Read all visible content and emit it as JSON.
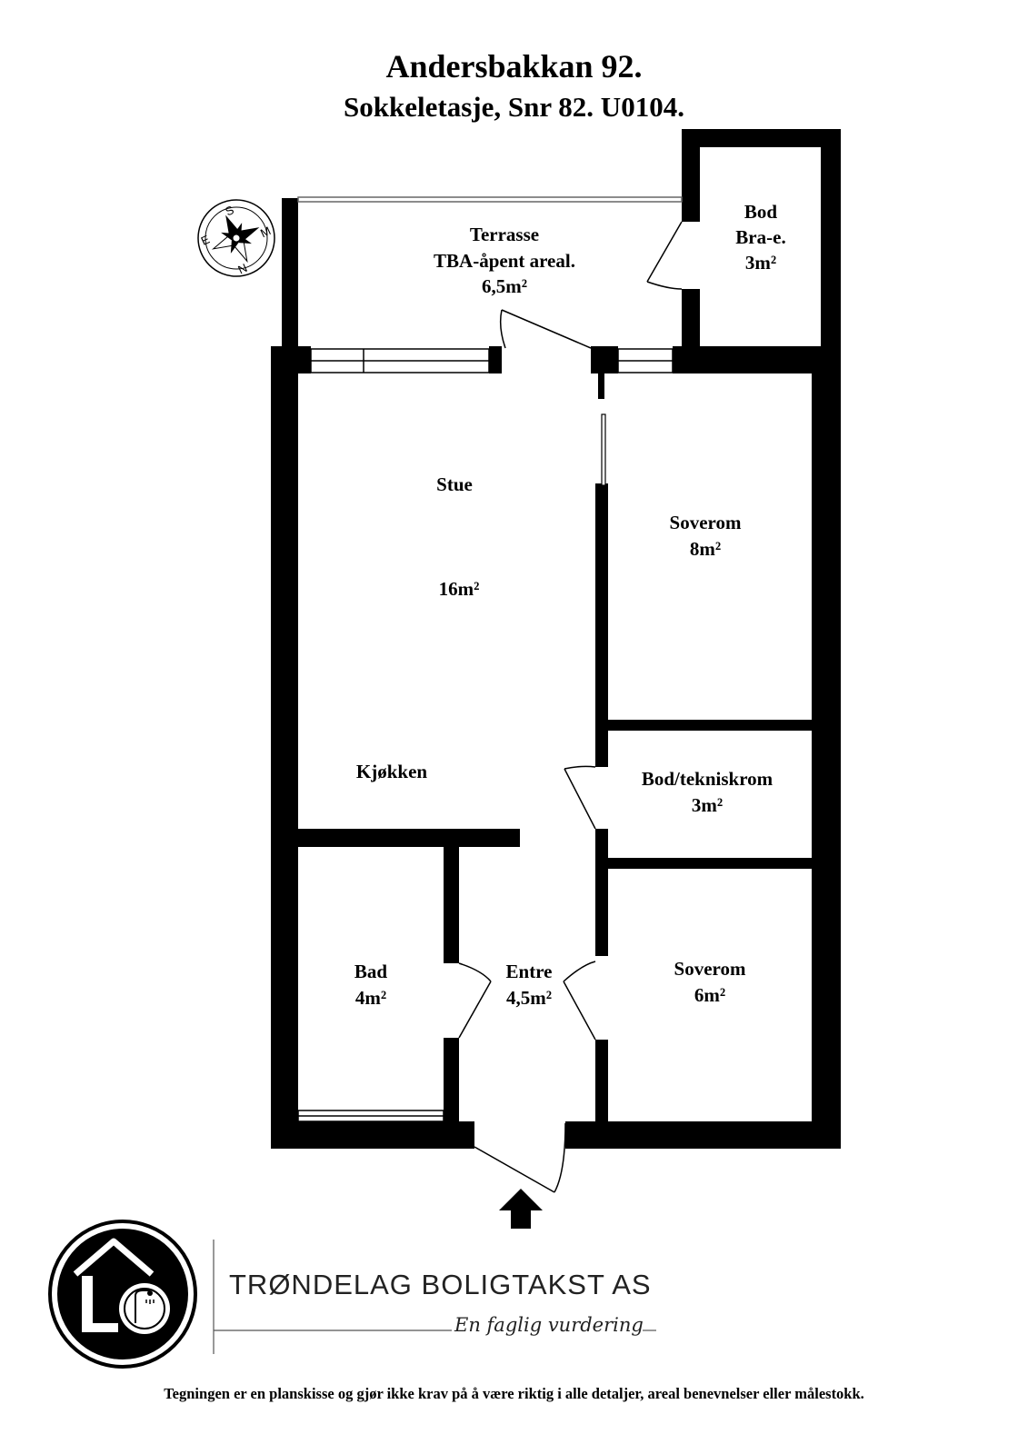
{
  "header": {
    "title": "Andersbakkan 92.",
    "subtitle": "Sokkeletasje, Snr 82. U0104."
  },
  "rooms": {
    "terrasse": {
      "name": "Terrasse",
      "note": "TBA-åpent areal.",
      "area": "6,5m²"
    },
    "bod": {
      "name": "Bod",
      "note": "Bra-e.",
      "area": "3m²"
    },
    "stue": {
      "name": "Stue",
      "area": "16m²"
    },
    "kjokken": {
      "name": "Kjøkken"
    },
    "soverom1": {
      "name": "Soverom",
      "area": "8m²"
    },
    "tekniskrom": {
      "name": "Bod/tekniskrom",
      "area": "3m²"
    },
    "bad": {
      "name": "Bad",
      "area": "4m²"
    },
    "entre": {
      "name": "Entre",
      "area": "4,5m²"
    },
    "soverom2": {
      "name": "Soverom",
      "area": "6m²"
    }
  },
  "compass": {
    "letters": [
      "S",
      "M",
      "N",
      "E"
    ]
  },
  "icons": {
    "compass": "compass-rose-icon",
    "entrance": "entrance-arrow-icon",
    "logo": "house-shower-logo-icon"
  },
  "footer": {
    "company": "TRØNDELAG BOLIGTAKST AS",
    "tagline": "En faglig vurdering",
    "disclaimer": "Tegningen er en planskisse og gjør ikke krav på å være riktig i alle detaljer, areal benevnelser eller målestokk."
  },
  "colors": {
    "wall": "#000000",
    "background": "#ffffff",
    "window": "#888888"
  }
}
